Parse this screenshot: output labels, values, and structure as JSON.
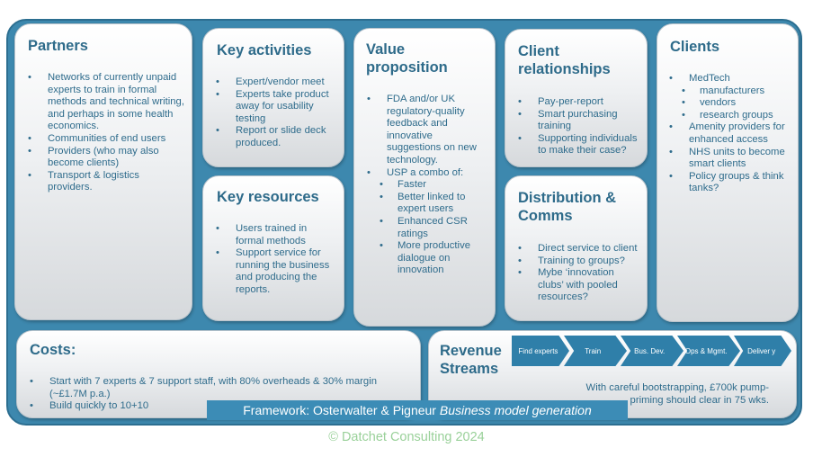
{
  "partners": {
    "title": "Partners",
    "items": [
      "Networks of currently unpaid experts to train in formal methods and technical writing, and perhaps in some health economics.",
      "Communities of end users",
      "Providers (who may also become clients)",
      "Transport & logistics providers."
    ]
  },
  "key_activities": {
    "title": "Key activities",
    "items": [
      "Expert/vendor meet",
      "Experts take product away for usability testing",
      "Report or slide deck produced."
    ]
  },
  "key_resources": {
    "title": "Key resources",
    "items": [
      "Users trained in formal methods",
      "Support service for running the business and producing the reports."
    ]
  },
  "value_proposition": {
    "title": "Value proposition",
    "items": [
      "FDA and/or UK regulatory-quality feedback and innovative suggestions on new technology.",
      "USP a combo of:"
    ],
    "sub_items": [
      "Faster",
      "Better linked to expert users",
      "Enhanced CSR ratings",
      "More productive dialogue on innovation"
    ]
  },
  "client_relationships": {
    "title": "Client relationships",
    "items": [
      "Pay-per-report",
      "Smart purchasing training",
      "Supporting individuals to make their case?"
    ]
  },
  "distribution": {
    "title": "Distribution & Comms",
    "items": [
      "Direct service to client",
      "Training to groups?",
      "Mybe ‘innovation clubs’ with pooled resources?"
    ]
  },
  "clients": {
    "title": "Clients",
    "items": [
      "MedTech",
      "Amenity providers for enhanced access",
      "NHS units to become smart clients",
      "Policy groups & think tanks?"
    ],
    "sub_items": [
      "manufacturers",
      "vendors",
      "research groups"
    ]
  },
  "costs": {
    "title": "Costs:",
    "items": [
      "Start with 7 experts & 7 support staff, with 80% overheads & 30% margin (~£1.7M p.a.)",
      "Build quickly to 10+10"
    ]
  },
  "revenue": {
    "title": "Revenue Streams",
    "steps": [
      "Find experts",
      "Train",
      "Bus. Dev.",
      "Ops & Mgmt.",
      "Deliver y"
    ],
    "note": "With careful bootstrapping, £700k pump-priming should clear in 75 wks."
  },
  "framework": {
    "prefix": "Framework: Osterwalter & Pigneur ",
    "italic": "Business model generation"
  },
  "copyright": "© Datchet Consulting 2024",
  "colors": {
    "frame": "#3d88ae",
    "heading": "#2e6b8a",
    "chevron": "#2f7fa9",
    "copyright": "#9ad19a"
  }
}
